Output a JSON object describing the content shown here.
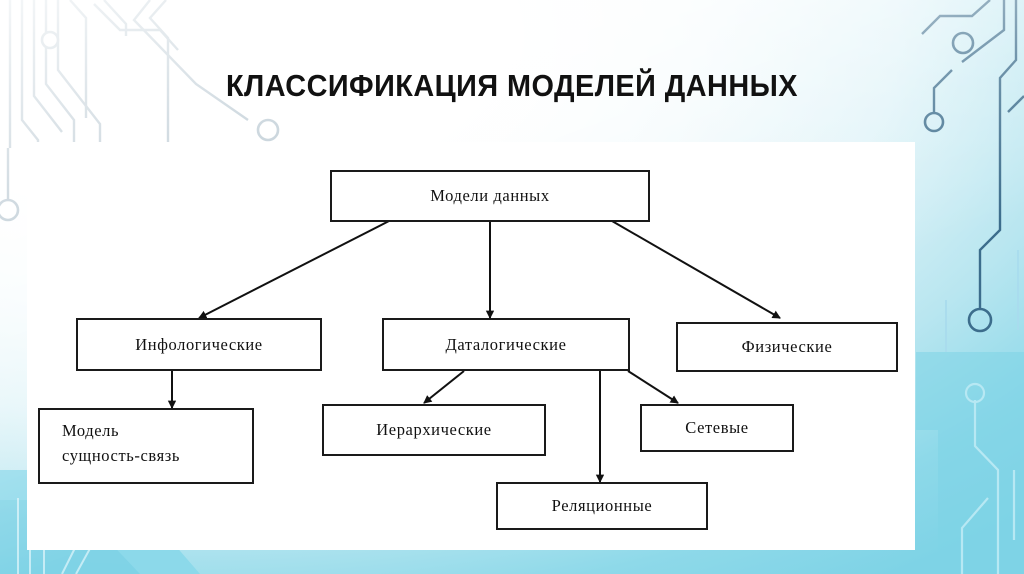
{
  "slide": {
    "title": "КЛАССИФИКАЦИЯ МОДЕЛЕЙ ДАННЫХ",
    "colors": {
      "accent_teal": "#7ed3e6",
      "circuit_dark": "#2d5a77",
      "circuit_light": "#a9e3ef",
      "box_border": "#1a1a1a",
      "panel_background": "#ffffff",
      "text": "#111111"
    }
  },
  "diagram": {
    "type": "hierarchy-tree",
    "nodes": [
      {
        "id": "root",
        "label": "Модели данных",
        "level": 0
      },
      {
        "id": "infological",
        "label": "Инфологические",
        "level": 1
      },
      {
        "id": "datalogical",
        "label": "Даталогические",
        "level": 1
      },
      {
        "id": "physical",
        "label": "Физические",
        "level": 1
      },
      {
        "id": "entity-rel",
        "label_line1": "Модель",
        "label_line2": "сущность-связь",
        "level": 2
      },
      {
        "id": "hierarchical",
        "label": "Иерархические",
        "level": 2
      },
      {
        "id": "network",
        "label": "Сетевые",
        "level": 2
      },
      {
        "id": "relational",
        "label": "Реляционные",
        "level": 3
      }
    ],
    "edges": [
      {
        "from": "root",
        "to": "infological"
      },
      {
        "from": "root",
        "to": "datalogical"
      },
      {
        "from": "root",
        "to": "physical"
      },
      {
        "from": "infological",
        "to": "entity-rel"
      },
      {
        "from": "datalogical",
        "to": "hierarchical"
      },
      {
        "from": "datalogical",
        "to": "network"
      },
      {
        "from": "datalogical",
        "to": "relational"
      }
    ]
  }
}
